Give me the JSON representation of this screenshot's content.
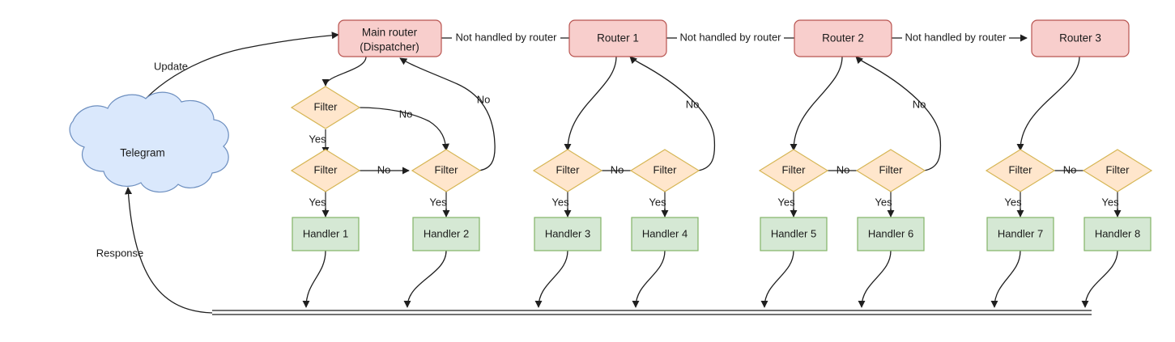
{
  "diagram": {
    "title": "Telegram bot update routing flow",
    "colors": {
      "router_fill": "#f8cecc",
      "router_stroke": "#b85450",
      "filter_fill": "#ffe6cc",
      "filter_stroke": "#d6b656",
      "handler_fill": "#d5e8d4",
      "handler_stroke": "#82b366",
      "cloud_fill": "#dae8fc",
      "cloud_stroke": "#6c8ebf",
      "edge_stroke": "#1f1f1f",
      "background": "#ffffff"
    },
    "source": {
      "label": "Telegram",
      "shape": "cloud"
    },
    "edge_labels": {
      "update": "Update",
      "response": "Response",
      "not_handled": "Not handled by router",
      "yes": "Yes",
      "no": "No"
    },
    "routers": [
      {
        "id": "main",
        "label_line1": "Main router",
        "label_line2": "(Dispatcher)"
      },
      {
        "id": "r1",
        "label_line1": "Router 1",
        "label_line2": ""
      },
      {
        "id": "r2",
        "label_line1": "Router 2",
        "label_line2": ""
      },
      {
        "id": "r3",
        "label_line1": "Router 3",
        "label_line2": ""
      }
    ],
    "filters": [
      {
        "id": "f-main-a",
        "label": "Filter"
      },
      {
        "id": "f-main-b",
        "label": "Filter"
      },
      {
        "id": "f-main-c",
        "label": "Filter"
      },
      {
        "id": "f-r1-a",
        "label": "Filter"
      },
      {
        "id": "f-r1-b",
        "label": "Filter"
      },
      {
        "id": "f-r2-a",
        "label": "Filter"
      },
      {
        "id": "f-r2-b",
        "label": "Filter"
      },
      {
        "id": "f-r3-a",
        "label": "Filter"
      },
      {
        "id": "f-r3-b",
        "label": "Filter"
      }
    ],
    "handlers": [
      {
        "id": "h1",
        "label": "Handler 1"
      },
      {
        "id": "h2",
        "label": "Handler 2"
      },
      {
        "id": "h3",
        "label": "Handler 3"
      },
      {
        "id": "h4",
        "label": "Handler 4"
      },
      {
        "id": "h5",
        "label": "Handler 5"
      },
      {
        "id": "h6",
        "label": "Handler 6"
      },
      {
        "id": "h7",
        "label": "Handler 7"
      },
      {
        "id": "h8",
        "label": "Handler 8"
      }
    ],
    "chain_labels": [
      {
        "id": "chain-main-r1",
        "text": "Not handled by router"
      },
      {
        "id": "chain-r1-r2",
        "text": "Not handled by router"
      },
      {
        "id": "chain-r2-r3",
        "text": "Not handled by router"
      }
    ],
    "decision_labels": {
      "main_f_a_no": "No",
      "main_f_b_no": "No",
      "main_f_c_no": "No",
      "main_f_a_yes": "Yes",
      "main_f_b_yes": "Yes",
      "main_f_c_yes": "Yes",
      "r1_f_a_no": "No",
      "r1_f_b_no": "No",
      "r1_f_a_yes": "Yes",
      "r1_f_b_yes": "Yes",
      "r2_f_a_no": "No",
      "r2_f_b_no": "No",
      "r2_f_a_yes": "Yes",
      "r2_f_b_yes": "Yes",
      "r3_f_a_no": "No",
      "r3_f_a_yes": "Yes",
      "r3_f_b_yes": "Yes"
    }
  }
}
